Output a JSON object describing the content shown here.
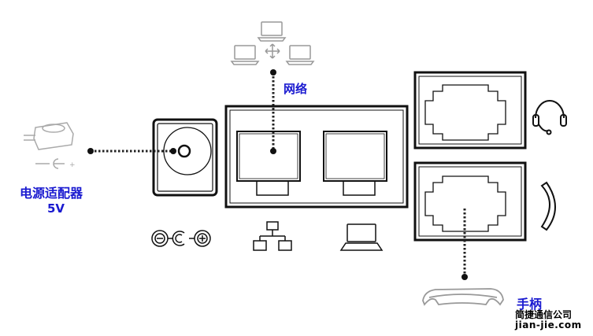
{
  "labels": {
    "network": "网络",
    "power_adapter": "电源适配器",
    "power_voltage": "5V",
    "handset": "手柄"
  },
  "watermark": {
    "company": "简捷通信公司",
    "url": "jian-jie.com"
  },
  "colors": {
    "label": "#1a1ad0",
    "line": "#222222",
    "icon_gray": "#999999"
  }
}
